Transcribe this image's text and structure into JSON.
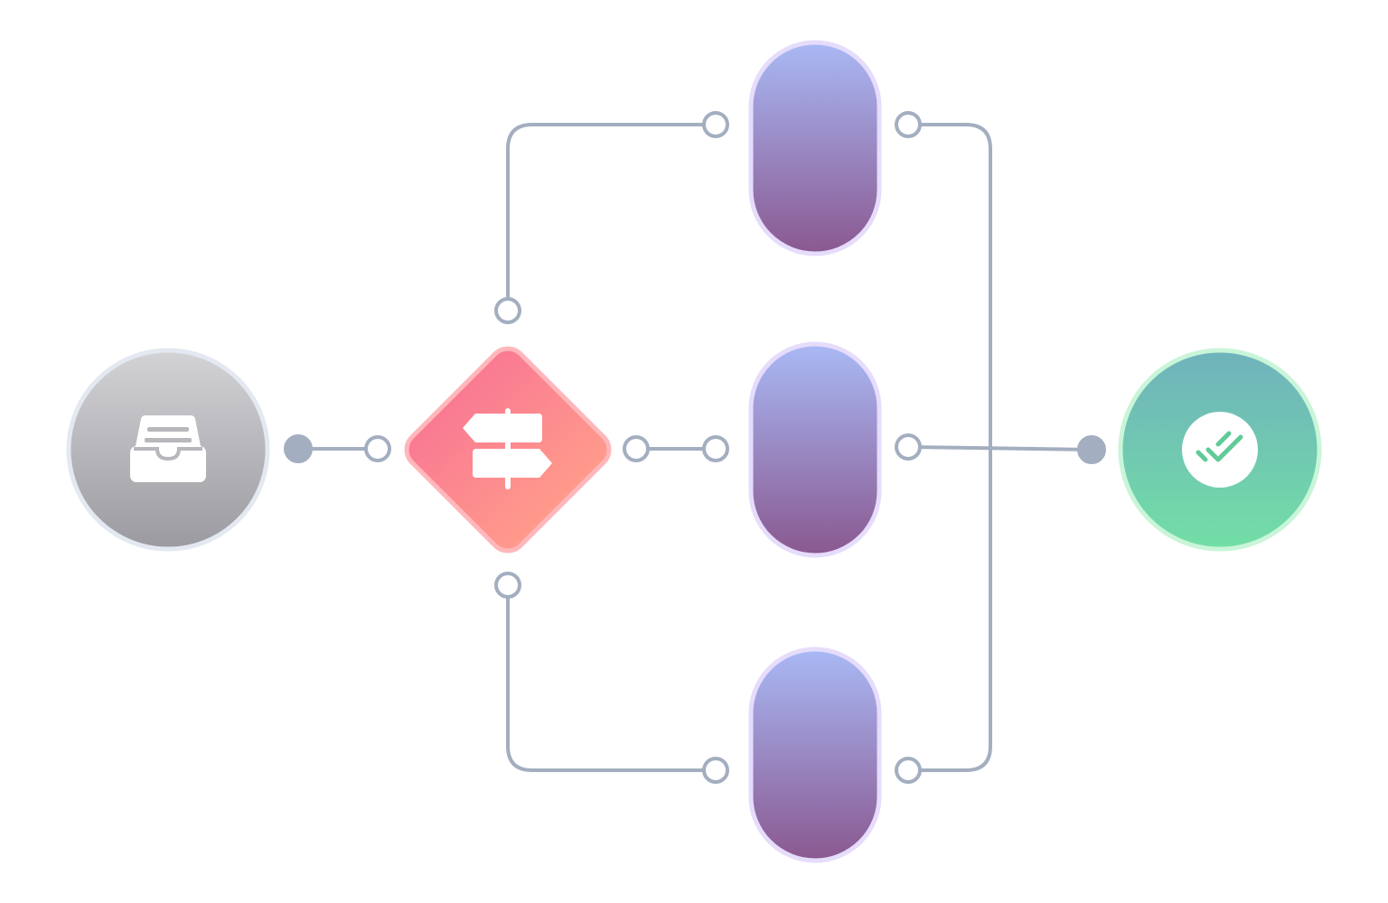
{
  "diagram": {
    "type": "workflow",
    "colors": {
      "connector": "#A3AEC0",
      "background": "#FFFFFF",
      "port_fill": "#FFFFFF",
      "start_gradient": [
        "#D3D3D6",
        "#9A9AA0"
      ],
      "start_ring": "#E3E8F1",
      "decision_gradient": [
        "#F97A92",
        "#FF9A8B"
      ],
      "decision_ring": "#FFB7BB",
      "task_gradient": [
        "#A9B9F5",
        "#8A5890"
      ],
      "task_ring": "#E6DCFB",
      "end_gradient": [
        "#6FB2BC",
        "#72DEA6"
      ],
      "end_ring": "#C9F5D8",
      "end_check": "#5FCB98"
    },
    "nodes": [
      {
        "id": "start",
        "kind": "start",
        "icon": "inbox-tray-icon"
      },
      {
        "id": "decision",
        "kind": "decision",
        "icon": "signpost-icon"
      },
      {
        "id": "task-1",
        "kind": "task",
        "icon": ""
      },
      {
        "id": "task-2",
        "kind": "task",
        "icon": ""
      },
      {
        "id": "task-3",
        "kind": "task",
        "icon": ""
      },
      {
        "id": "end",
        "kind": "end",
        "icon": "double-check-icon"
      }
    ],
    "edges": [
      {
        "from": "start",
        "to": "decision"
      },
      {
        "from": "decision",
        "to": "task-1"
      },
      {
        "from": "decision",
        "to": "task-2"
      },
      {
        "from": "decision",
        "to": "task-3"
      },
      {
        "from": "task-1",
        "to": "end"
      },
      {
        "from": "task-2",
        "to": "end"
      },
      {
        "from": "task-3",
        "to": "end"
      }
    ]
  }
}
